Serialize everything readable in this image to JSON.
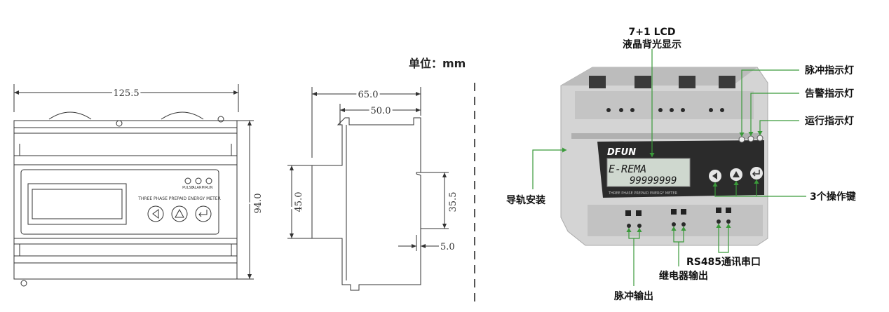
{
  "unit_label": "单位：mm",
  "front_view": {
    "width_dim": "125.5",
    "height_dim": "94.0",
    "indicator_labels": [
      "PULSE",
      "ALARM",
      "RUN"
    ],
    "meter_caption": "THREE PHASE PREPAID ENERGY METER"
  },
  "side_view": {
    "depth_outer": "65.0",
    "depth_inner": "50.0",
    "rail_height": "45.0",
    "lower_height": "35.5",
    "offset": "5.0"
  },
  "photo": {
    "brand": "DFUN",
    "lcd_line1": "E-REMA",
    "lcd_line2": "99999999",
    "caption": "THREE PHASE PREPAID ENERGY METER"
  },
  "callouts": {
    "lcd_line1": "7+1 LCD",
    "lcd_line2": "液晶背光显示",
    "pulse_led": "脉冲指示灯",
    "alarm_led": "告警指示灯",
    "run_led": "运行指示灯",
    "din_rail": "导轨安装",
    "keys": "3个操作键",
    "rs485": "RS485通讯串口",
    "relay": "继电器输出",
    "pulse_out": "脉冲输出"
  },
  "colors": {
    "callout_line": "#3a9a3a",
    "line": "#333333",
    "meter_body": "#c9c9c9",
    "display_panel": "#2b2b2b",
    "lcd_screen": "#cfd8cf"
  }
}
